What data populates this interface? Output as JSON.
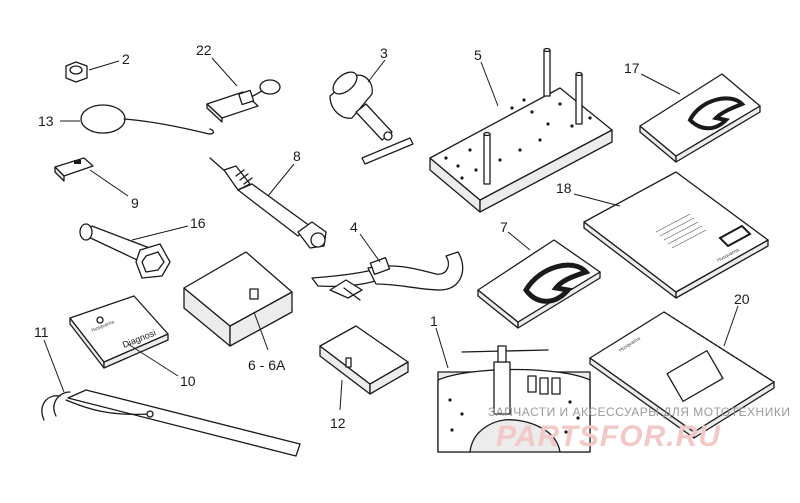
{
  "callouts": {
    "c1": "1",
    "c2": "2",
    "c3": "3",
    "c4": "4",
    "c5": "5",
    "c6": "6 - 6A",
    "c7": "7",
    "c8": "8",
    "c9": "9",
    "c10": "10",
    "c11": "11",
    "c12": "12",
    "c13": "13",
    "c16": "16",
    "c17": "17",
    "c18": "18",
    "c20": "20",
    "c22": "22"
  },
  "manual_text": {
    "diagnosi": "Diagnosi",
    "husqvarna": "Husqvarna"
  },
  "watermark": {
    "line1": "ЗАПЧАСТИ И АКСЕССУАРЫ ДЛЯ МОТОТЕХНИКИ",
    "line2": "PARTSFOR.RU"
  },
  "colors": {
    "ink": "#1a1a1a",
    "watermark_text": "#9a9a9a",
    "watermark_logo": "#f2c9c6"
  }
}
